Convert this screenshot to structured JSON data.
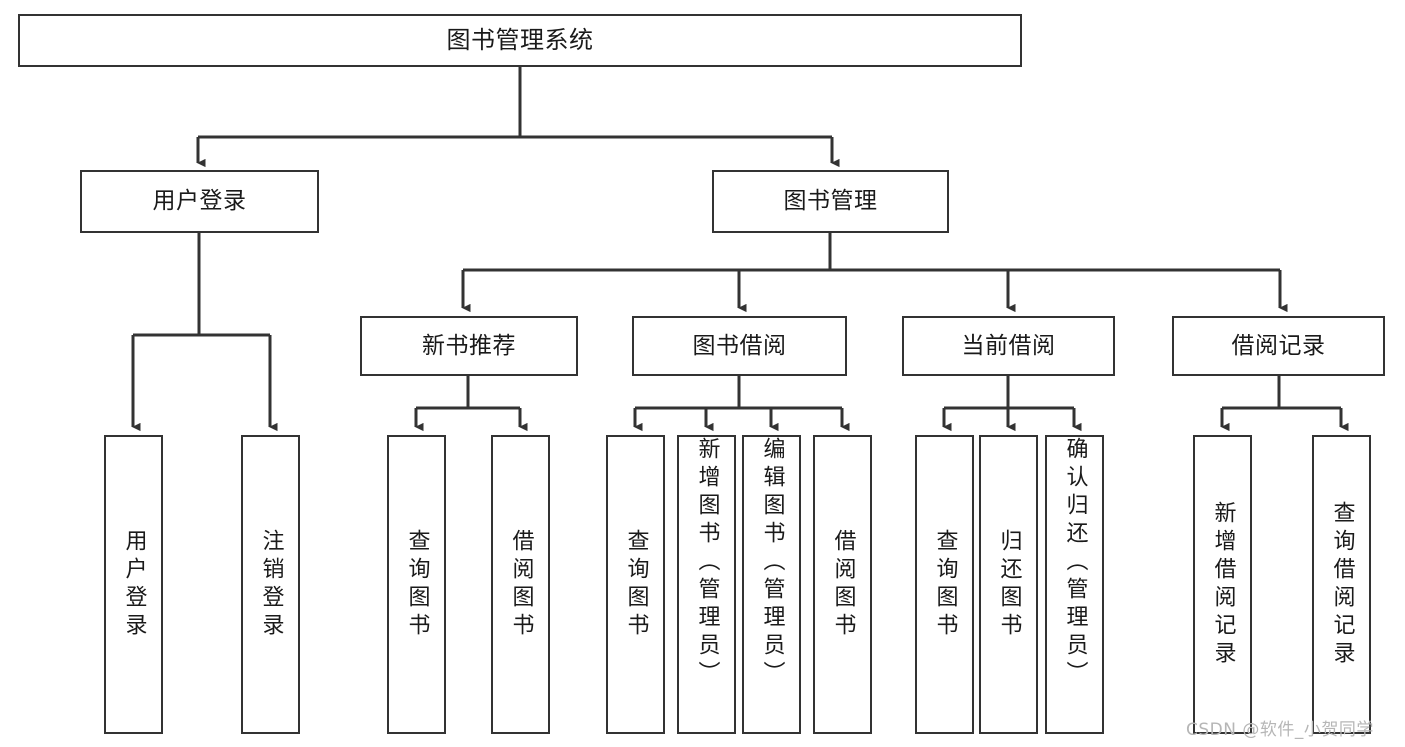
{
  "diagram": {
    "type": "hierarchy-tree",
    "title": "图书管理系统",
    "root": {
      "label": "图书管理系统"
    },
    "level2": [
      {
        "label": "用户登录"
      },
      {
        "label": "图书管理"
      }
    ],
    "level3": [
      {
        "label": "新书推荐"
      },
      {
        "label": "图书借阅"
      },
      {
        "label": "当前借阅"
      },
      {
        "label": "借阅记录"
      }
    ],
    "leaves": {
      "user_login": [
        {
          "label": "用户登录"
        },
        {
          "label": "注销登录"
        }
      ],
      "new_book_recommend": [
        {
          "label": "查询图书"
        },
        {
          "label": "借阅图书"
        }
      ],
      "book_borrow": [
        {
          "label": "查询图书"
        },
        {
          "label": "新增图书（管理员）"
        },
        {
          "label": "编辑图书（管理员）"
        },
        {
          "label": "借阅图书"
        }
      ],
      "current_borrow": [
        {
          "label": "查询图书"
        },
        {
          "label": "归还图书"
        },
        {
          "label": "确认归还（管理员）"
        }
      ],
      "borrow_record": [
        {
          "label": "新增借阅记录"
        },
        {
          "label": "查询借阅记录"
        }
      ]
    }
  },
  "watermark": {
    "text": "CSDN @软件_小贺同学"
  },
  "colors": {
    "background": "#ffffff",
    "stroke": "#333333",
    "text": "#1a1a1a",
    "watermark": "#b6b6b6"
  }
}
